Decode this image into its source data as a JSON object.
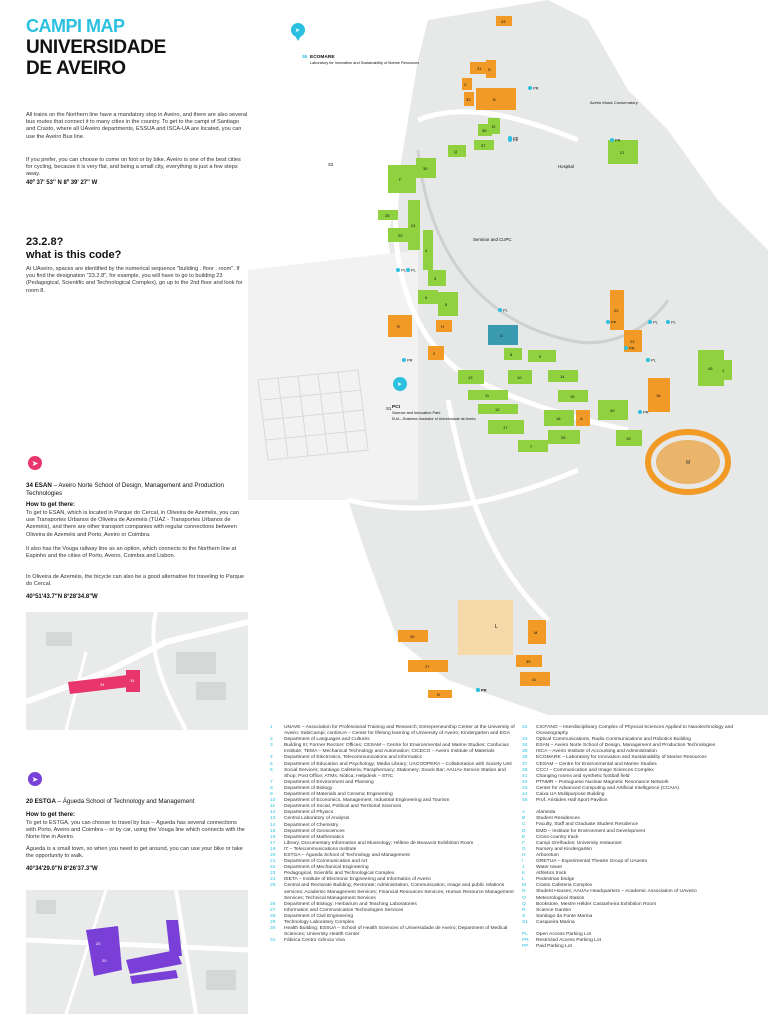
{
  "header": {
    "title_top": "CAMPI MAP",
    "title_main_line1": "UNIVERSIDADE",
    "title_main_line2": "DE AVEIRO"
  },
  "intro": {
    "para1": "All trains on the Northern line have a mandatory stop in Aveiro, and there are also several bus routes that connect it to many cities in the country. To get to the campi of Santiago and Crasto, where all UAveiro departments, ESSUA and ISCA-UA are located, you can use the Aveiro Bus line.",
    "para2": "If you prefer, you can choose to come on foot or by bike. Aveiro is one of the best cities for cycling, because it is very flat, and being a small city, everything is just a few steps away.",
    "coords": "40º 37' 53'' N 8º 39' 27'' W"
  },
  "code_section": {
    "question_line1": "23.2.8?",
    "question_line2": "what is this code?",
    "body": "At UAveiro, spaces are identified by the numerical sequence \"building . floor . room\". If you find the designation \"23.2.8\", for example, you will have to go to building 23 (Pedagogical, Scientific and Technological Complex), go up to the 2nd floor and look for room 8."
  },
  "esan": {
    "heading_num": "34 ESAN",
    "heading_text": " – Aveiro Norte School of Design, Management and Production Technologies",
    "how_title": "How to get there:",
    "p1": "To get to ESAN, which is located in Parque do Cercal, in Oliveira de Azeméis, you can use Transportes Urbanos de Oliveira de Azeméis (TUAZ - Transportes Urbanos de Azeméis), and there are other transport companies with regular connections between Oliveira de Azeméis and Porto, Aveiro or Coimbra.",
    "p2": "It also has the Vouga railway line as an option, which connects to the Northern line at Espinho and the cities of Porto, Aveiro, Coimbra and Lisbon.",
    "p3": "In Oliveira de Azeméis, the bicycle can also be a good alternative for traveling to Parque do Cercal.",
    "coords": "40°51'43.7\"N 8°28'34.8\"W",
    "inset_labels": [
      "34",
      "34"
    ]
  },
  "estga": {
    "heading_num": "20 ESTGA",
    "heading_text": " – Águeda School of Technology and Management",
    "how_title": "How to get there:",
    "p1": "To get to ESTGA, you can choose to travel by bus – Águeda has several connections with Porto, Aveiro and Coimbra – or by car, using the Vouga line which connects with the Norte line in Aveiro.",
    "p2": "Águeda is a small town, so when you need to get around, you can use your bike or take the opportunity to walk.",
    "coords": "40°34'29.0\"N 8°26'37.3\"W",
    "inset_labels": [
      "20",
      "20"
    ]
  },
  "map_labels": {
    "ecomare_num": "36",
    "ecomare": "ECOMARE",
    "ecomare_sub": "Laboratory for Innovation and Sustainability of Marine Resources",
    "pci": "PCI",
    "pci_sub1": "Science and Innovation Park",
    "pci_sub2": "EUA – Business Incubator of Universidade de Aveiro",
    "music": "Aveiro Music Conservatory",
    "hospital": "Hospital",
    "seminar": "Seminar and CUPC",
    "buildings": [
      "43",
      "31",
      "D",
      "C",
      "B",
      "33",
      "32",
      "35",
      "37",
      "Q",
      "30",
      "F",
      "28",
      "29",
      "24",
      "4",
      "3",
      "5",
      "6",
      "R",
      "H",
      "2",
      "G",
      "8",
      "9",
      "10",
      "13",
      "11",
      "12",
      "17",
      "14",
      "15",
      "16",
      "7",
      "25",
      "A",
      "40",
      "19",
      "18",
      "21",
      "22",
      "23",
      "45",
      "1",
      "26",
      "27",
      "39",
      "41",
      "M",
      "N",
      "38",
      "44",
      "S",
      "L",
      "E",
      "P",
      "K",
      "O",
      "J",
      "I"
    ],
    "parking": [
      "PR",
      "PP",
      "PR",
      "PL",
      "PR",
      "PL",
      "PL",
      "PR",
      "PR",
      "PR",
      "PP",
      "PL",
      "PL",
      "PR",
      "PL",
      "PP"
    ],
    "road": [
      "S1",
      "S2"
    ]
  },
  "legend_numbers": [
    [
      "1",
      "UNAVE – Association for Professional Training and Research; Entrepreneurship Center at the University of Aveiro; SabiCampi; continUA – Center for lifelong learning of University of Aveiro; Kindergarten and EGA"
    ],
    [
      "2",
      "Department of Languages and Cultures"
    ],
    [
      "3",
      "Building III; Former Rectors' Offices; CESAM – Centre for Environmental and Marine Studies; Confucius Institute; TEMA – Mechanical Technology and Automation; CICECO – Aveiro Institute of Materials"
    ],
    [
      "4",
      "Department of Electronics, Telecommunications and Informatics"
    ],
    [
      "5",
      "Department of Education and Psychology; Media Library; UACOOPERA – Collaboration with Society Unit"
    ],
    [
      "6",
      "Social Services; Santiago Cafeteria; Paraphernacy; Stationery; Snack Bar; AAUAv Service Station and Shop; Post Office; ATMs; Nótica; Helpdesk – STIC"
    ],
    [
      "7",
      "Department of Environment and Planning"
    ],
    [
      "8",
      "Department of Biology"
    ],
    [
      "9",
      "Department of Materials and Ceramic Engineering"
    ],
    [
      "10",
      "Department of Economics, Management, Industrial Engineering and Tourism"
    ],
    [
      "11",
      "Department of Social, Political and Territorial Sciences"
    ],
    [
      "12",
      "Department of Physics"
    ],
    [
      "13",
      "Central Laboratory of Analysis"
    ],
    [
      "14",
      "Department of Chemistry"
    ],
    [
      "15",
      "Department of Geosciences"
    ],
    [
      "16",
      "Department of Mathematics"
    ],
    [
      "17",
      "Library, Documentary Information and Museology; Hélène de Beauvoir Exhibition Room"
    ],
    [
      "19",
      "IT – Telecommunications Institute"
    ],
    [
      "20",
      "ESTGA – Águeda School of Technology and Management"
    ],
    [
      "21",
      "Department of Communication and Art"
    ],
    [
      "22",
      "Department of Mechanical Engineering"
    ],
    [
      "23",
      "Pedagogical, Scientific and Technological Complex"
    ],
    [
      "24",
      "IEETA – Institute of Electronic Engineering and Informatics of Aveiro"
    ],
    [
      "25",
      "Central and Rectorate Building; Rectorate; Administration, Communication, image and public relations services; Academic Management Services; Financial Resources Services; Human Resource Management Services; Technical Management Services"
    ],
    [
      "26",
      "Department of Biology: Herbarium and Teaching Laboratories"
    ],
    [
      "27",
      "Information and Communication Technologies Services"
    ],
    [
      "28",
      "Department of Civil Engineering"
    ],
    [
      "29",
      "Technology Laboratory Complex"
    ],
    [
      "30",
      "Health Building; ESSUA – School of Health Sciences of Universidade de Aveiro; Department of Medical Sciences; University Health Center"
    ],
    [
      "31",
      "Fábrica Centro Ciência Viva"
    ]
  ],
  "legend_numbers2": [
    [
      "32",
      "CICFANO – Interdisciplinary Complex of Physical Sciences Applied to Nanotechnology and Oceanography"
    ],
    [
      "33",
      "Optical Communications, Radio Communications and Robotics Building"
    ],
    [
      "34",
      "ESAN – Aveiro Norte School of Design, Management and Production Technologies"
    ],
    [
      "35",
      "ISCA – Aveiro Institute of Accounting and Administration"
    ],
    [
      "36",
      "ECOMARE – Laboratory for Innovation and Sustainability of Marine Resources"
    ],
    [
      "37",
      "CESAM – Centre for Environmental and Marine Studies"
    ],
    [
      "38",
      "CCCI – Communication and Image Sciences Complex"
    ],
    [
      "41",
      "Changing rooms and synthetic football field"
    ],
    [
      "42",
      "PTNMR – Portuguese Nuclear Magnetic Resonance Network"
    ],
    [
      "43",
      "Center for Advanced Computing and Artificial Intelligence (CCAIA)"
    ],
    [
      "44",
      "Caixa UA Multipurpose Building"
    ],
    [
      "45",
      "Prof. Aristides Hall Sport Pavilion"
    ]
  ],
  "legend_letters": [
    [
      "A",
      "Alameda"
    ],
    [
      "B",
      "Student Residences"
    ],
    [
      "C",
      "Faculty, Staff and Graduate Student Residence"
    ],
    [
      "D",
      "EMD – Institute for Environment and Development"
    ],
    [
      "E",
      "Cross-country track"
    ],
    [
      "F",
      "Campi Grelhados; University restaurant"
    ],
    [
      "G",
      "Nursery and Kindergarten"
    ],
    [
      "H",
      "Arboretum"
    ],
    [
      "I",
      "GRETUA – Experimental Theatre Group of UAveiro"
    ],
    [
      "J",
      "Water tower"
    ],
    [
      "K",
      "Athletics track"
    ],
    [
      "L",
      "Pedestrian bridge"
    ],
    [
      "M",
      "Crasto Cafeteria Complex"
    ],
    [
      "N",
      "Student Houses; AAUAv Headquarters – Academic Association of UAveiro"
    ],
    [
      "O",
      "Meteorological Station"
    ],
    [
      "Q",
      "Bookstore, Mestre Hélder Castanheira Exhibition Room"
    ],
    [
      "R",
      "Science Garden"
    ],
    [
      "S",
      "Santiago da Fonte Marina"
    ],
    [
      "S1",
      "Casqueira Marina"
    ]
  ],
  "legend_parking": [
    [
      "PL",
      "Open Access Parking Lot"
    ],
    [
      "PR",
      "Restricted Access Parking Lot"
    ],
    [
      "PP",
      "Paid Parking Lot"
    ]
  ],
  "colors": {
    "accent_cyan": "#2cc0e0",
    "green": "#8fd13f",
    "orange": "#f29a26",
    "teal": "#3a9bb0",
    "pink": "#e8356b",
    "purple": "#7a3fd6",
    "map_bg": "#e7e8e8"
  }
}
